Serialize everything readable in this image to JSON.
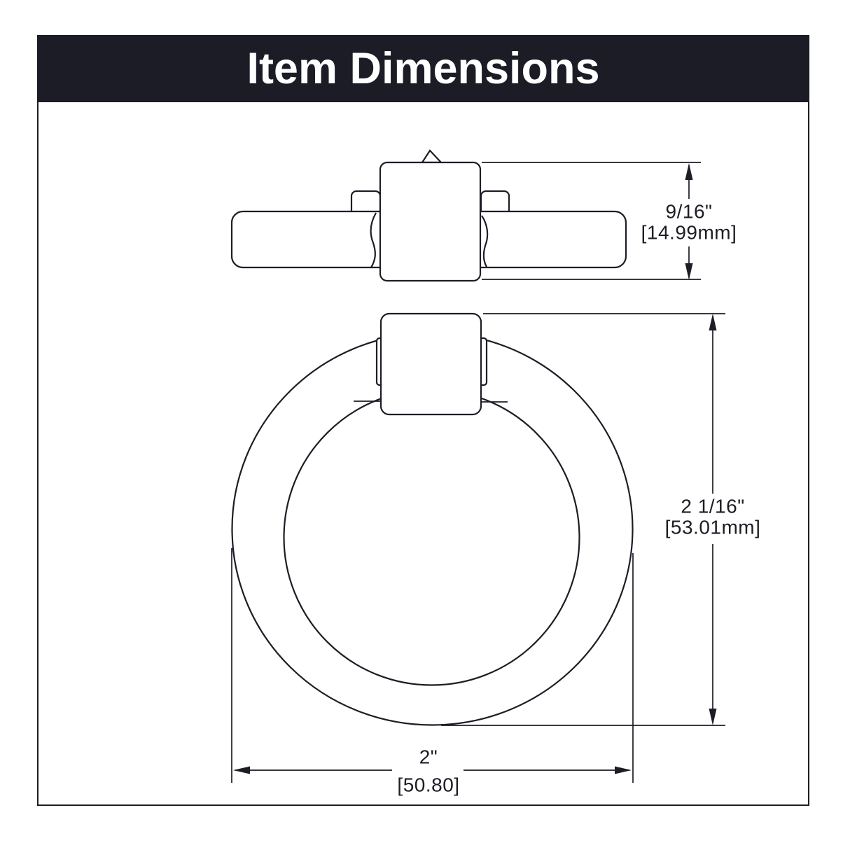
{
  "header": {
    "title": "Item Dimensions",
    "bg_color": "#1b1c26",
    "text_color": "#ffffff"
  },
  "drawing": {
    "stroke_color": "#1d1d26"
  },
  "dimensions": {
    "post_height": {
      "inches": "9/16\"",
      "mm": "[14.99mm]"
    },
    "overall_height": {
      "inches": "2 1/16\"",
      "mm": "[53.01mm]"
    },
    "overall_width": {
      "inches": "2\"",
      "mm": "[50.80]"
    }
  }
}
